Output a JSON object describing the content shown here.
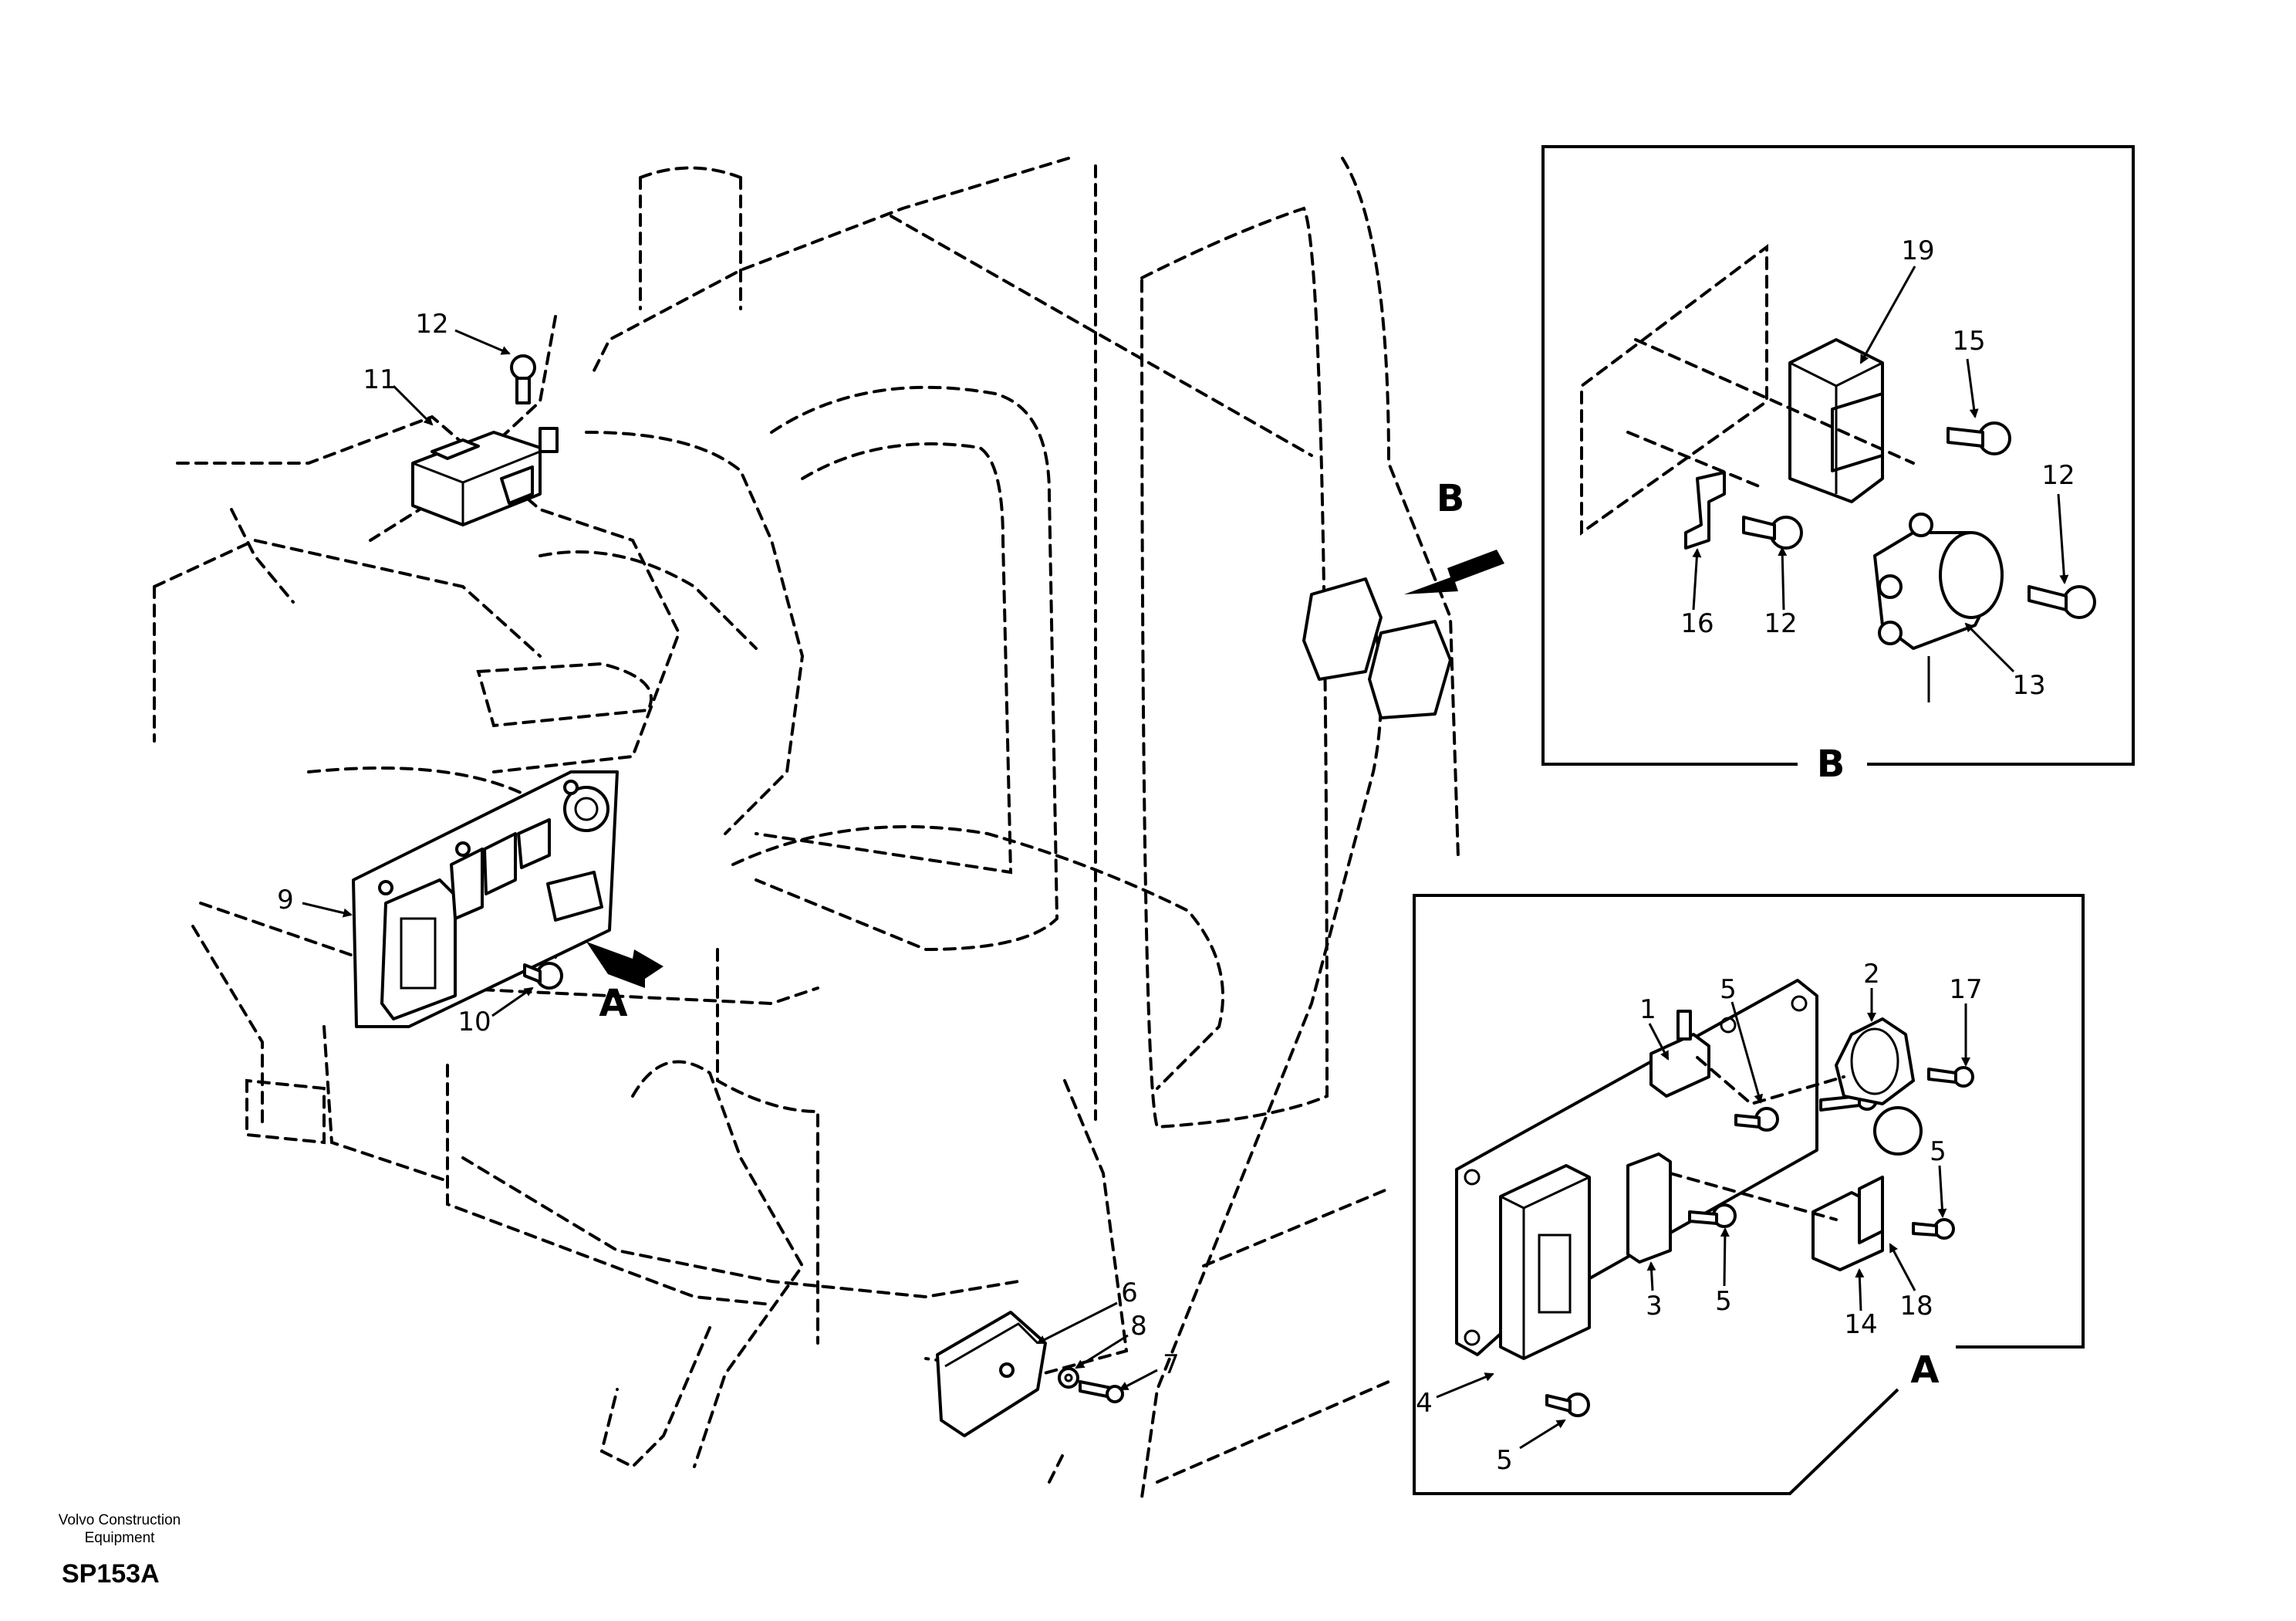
{
  "diagram": {
    "view_labels": {
      "a_main": "A",
      "b_main": "B",
      "a_detail": "A",
      "b_detail": "B"
    },
    "callouts": {
      "main": {
        "c12": "12",
        "c11": "11",
        "c9": "9",
        "c10": "10",
        "c6": "6",
        "c8": "8",
        "c7": "7"
      },
      "detail_b": {
        "c19": "19",
        "c15": "15",
        "c12a": "12",
        "c12b": "12",
        "c16": "16",
        "c13": "13"
      },
      "detail_a": {
        "c5a": "5",
        "c1": "1",
        "c2": "2",
        "c17": "17",
        "c5b": "5",
        "c5c": "5",
        "c3": "3",
        "c14": "14",
        "c18": "18",
        "c4": "4",
        "c5d": "5"
      }
    }
  },
  "footer": {
    "brand_line1": "Volvo Construction",
    "brand_line2": "Equipment",
    "drawing_code": "SP153A"
  }
}
